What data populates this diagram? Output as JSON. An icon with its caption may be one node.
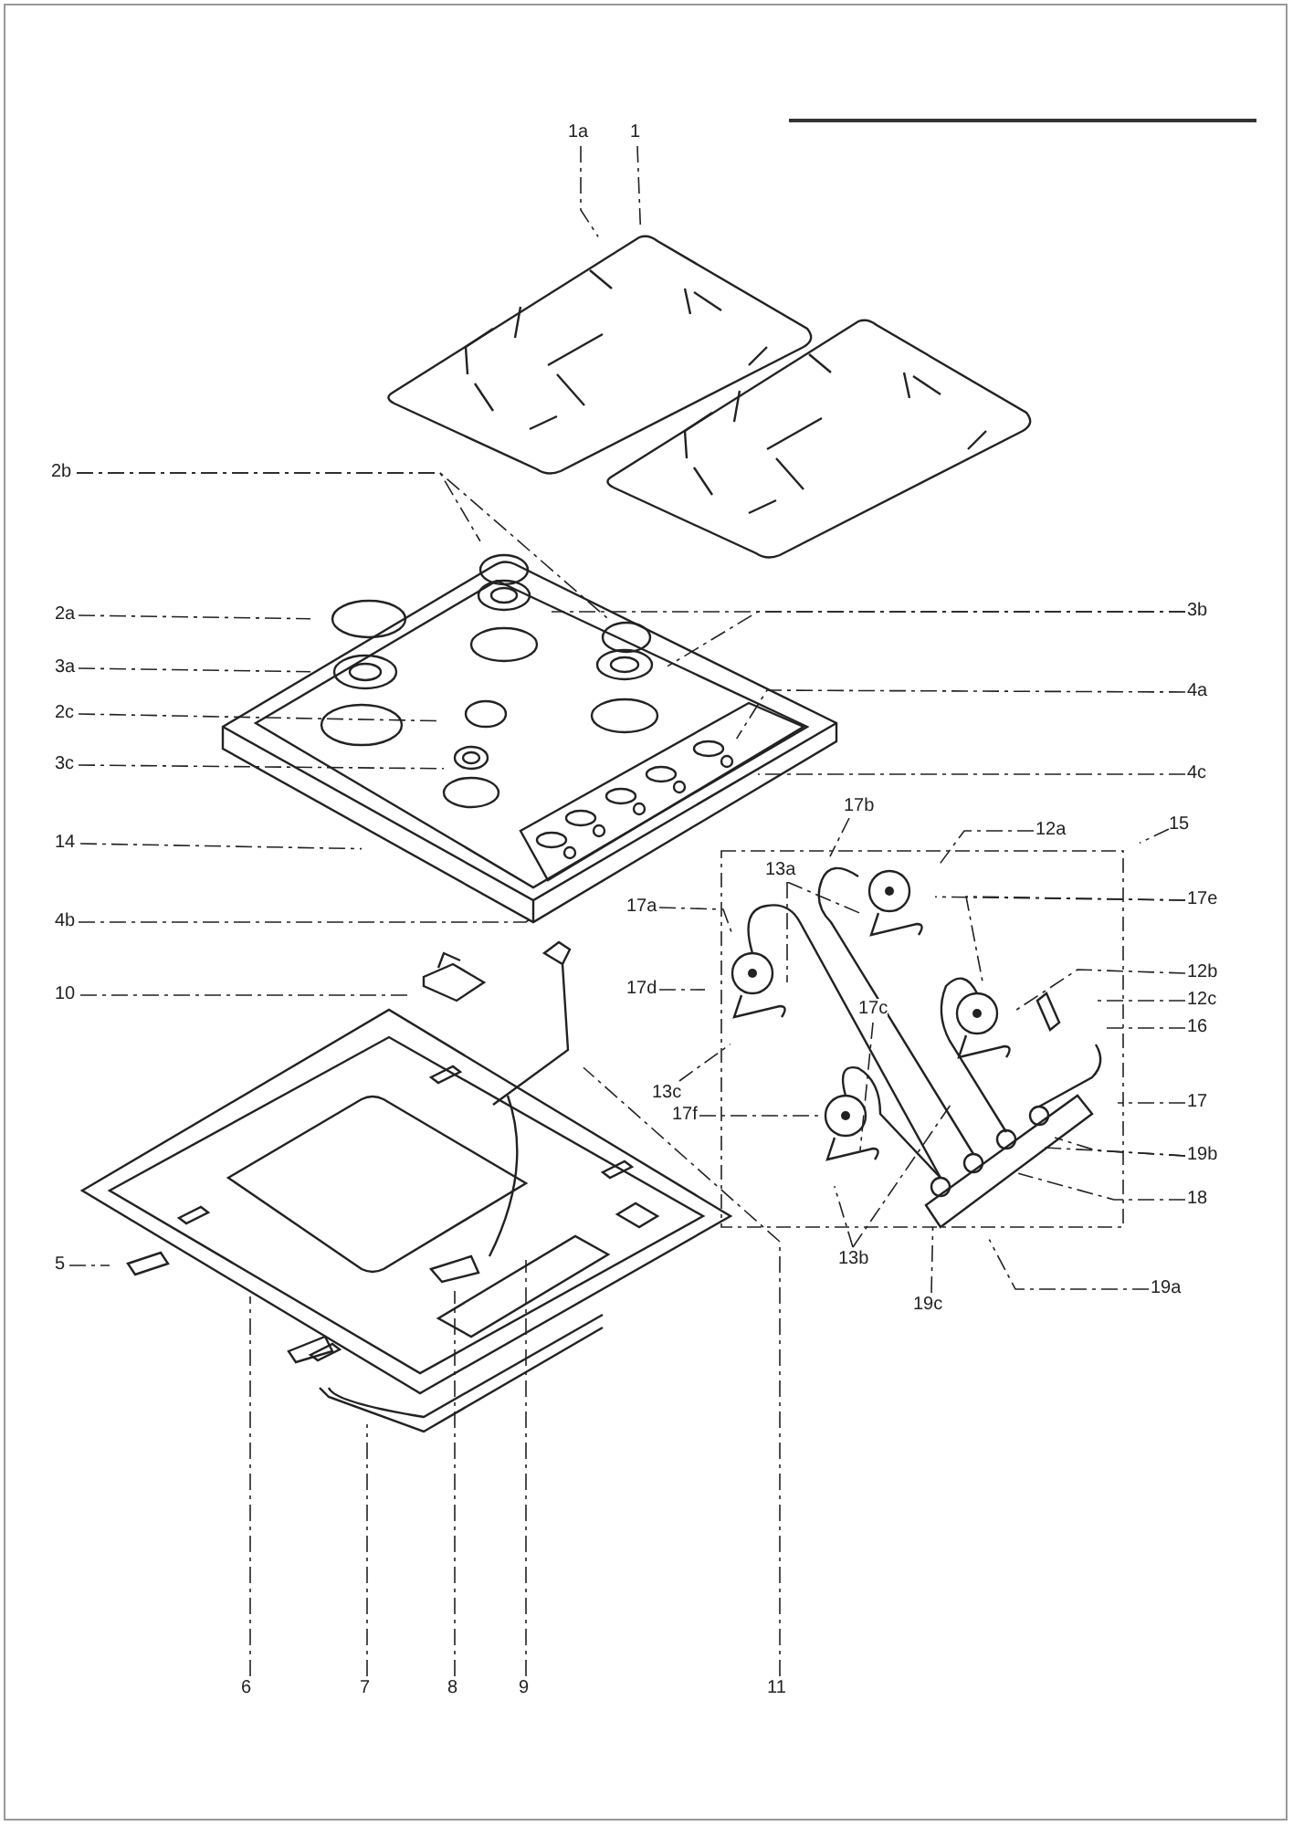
{
  "diagram": {
    "nodes": [
      {
        "text": [
          "1a"
        ]
      },
      {
        "text": [
          "1"
        ]
      },
      {
        "text": [
          "2b"
        ]
      },
      {
        "text": [
          "2a"
        ]
      },
      {
        "text": [
          "3a"
        ]
      },
      {
        "text": [
          "3b"
        ]
      },
      {
        "text": [
          "2c"
        ]
      },
      {
        "text": [
          "4a"
        ]
      },
      {
        "text": [
          "3c"
        ]
      },
      {
        "text": [
          "4c"
        ]
      },
      {
        "text": [
          "14"
        ]
      },
      {
        "text": [
          "17b"
        ]
      },
      {
        "text": [
          "12a"
        ]
      },
      {
        "text": [
          "15"
        ]
      },
      {
        "text": [
          "13a"
        ]
      },
      {
        "text": [
          "4b"
        ]
      },
      {
        "text": [
          "17a"
        ]
      },
      {
        "text": [
          "17e"
        ]
      },
      {
        "text": [
          "10"
        ]
      },
      {
        "text": [
          "17d"
        ]
      },
      {
        "text": [
          "12b"
        ]
      },
      {
        "text": [
          "12c"
        ]
      },
      {
        "text": [
          "17c"
        ]
      },
      {
        "text": [
          "16"
        ]
      },
      {
        "text": [
          "13c"
        ]
      },
      {
        "text": [
          "17"
        ]
      },
      {
        "text": [
          "17f"
        ]
      },
      {
        "text": [
          "19b"
        ]
      },
      {
        "text": [
          "5"
        ]
      },
      {
        "text": [
          "18"
        ]
      },
      {
        "text": [
          "13b"
        ]
      },
      {
        "text": [
          "19a"
        ]
      },
      {
        "text": [
          "19c"
        ]
      },
      {
        "text": [
          "6"
        ]
      },
      {
        "text": [
          "7"
        ]
      },
      {
        "text": [
          "8"
        ]
      },
      {
        "text": [
          "9"
        ]
      },
      {
        "text": [
          "11"
        ]
      }
    ],
    "edges": [
      {
        "from": 0,
        "to": null,
        "arrow": "none"
      },
      {
        "from": 1,
        "to": null,
        "arrow": "none"
      },
      {
        "from": 2,
        "to": null,
        "arrow": "none"
      },
      {
        "from": 2,
        "to": null,
        "arrow": "none"
      },
      {
        "from": 3,
        "to": null,
        "arrow": "none"
      },
      {
        "from": 4,
        "to": null,
        "arrow": "none"
      },
      {
        "from": 5,
        "to": null,
        "arrow": "none"
      },
      {
        "from": 5,
        "to": null,
        "arrow": "none"
      },
      {
        "from": 6,
        "to": null,
        "arrow": "none"
      },
      {
        "from": 7,
        "to": null,
        "arrow": "none"
      },
      {
        "from": 8,
        "to": null,
        "arrow": "none"
      },
      {
        "from": 9,
        "to": null,
        "arrow": "none"
      },
      {
        "from": 10,
        "to": null,
        "arrow": "none"
      },
      {
        "from": 11,
        "to": null,
        "arrow": "none"
      },
      {
        "from": 12,
        "to": null,
        "arrow": "none"
      },
      {
        "from": 13,
        "to": null,
        "arrow": "none"
      },
      {
        "from": 14,
        "to": null,
        "arrow": "none"
      },
      {
        "from": 14,
        "to": null,
        "arrow": "none"
      },
      {
        "from": 15,
        "to": null,
        "arrow": "none"
      },
      {
        "from": 16,
        "to": null,
        "arrow": "none"
      },
      {
        "from": 17,
        "to": null,
        "arrow": "none"
      },
      {
        "from": 17,
        "to": null,
        "arrow": "none"
      },
      {
        "from": 18,
        "to": null,
        "arrow": "none"
      },
      {
        "from": 19,
        "to": null,
        "arrow": "none"
      },
      {
        "from": 20,
        "to": null,
        "arrow": "none"
      },
      {
        "from": 21,
        "to": null,
        "arrow": "none"
      },
      {
        "from": 22,
        "to": null,
        "arrow": "none"
      },
      {
        "from": 23,
        "to": null,
        "arrow": "none"
      },
      {
        "from": 24,
        "to": null,
        "arrow": "none"
      },
      {
        "from": 25,
        "to": null,
        "arrow": "none"
      },
      {
        "from": 26,
        "to": null,
        "arrow": "none"
      },
      {
        "from": 27,
        "to": null,
        "arrow": "none"
      },
      {
        "from": 27,
        "to": null,
        "arrow": "none"
      },
      {
        "from": 28,
        "to": null,
        "arrow": "none"
      },
      {
        "from": 29,
        "to": null,
        "arrow": "none"
      },
      {
        "from": 30,
        "to": null,
        "arrow": "none"
      },
      {
        "from": 30,
        "to": null,
        "arrow": "none"
      },
      {
        "from": 31,
        "to": null,
        "arrow": "none"
      },
      {
        "from": 32,
        "to": null,
        "arrow": "none"
      },
      {
        "from": 33,
        "to": null,
        "arrow": "none"
      },
      {
        "from": 34,
        "to": null,
        "arrow": "none"
      },
      {
        "from": 35,
        "to": null,
        "arrow": "none"
      },
      {
        "from": 36,
        "to": null,
        "arrow": "none"
      },
      {
        "from": 37,
        "to": null,
        "arrow": "none"
      }
    ]
  }
}
